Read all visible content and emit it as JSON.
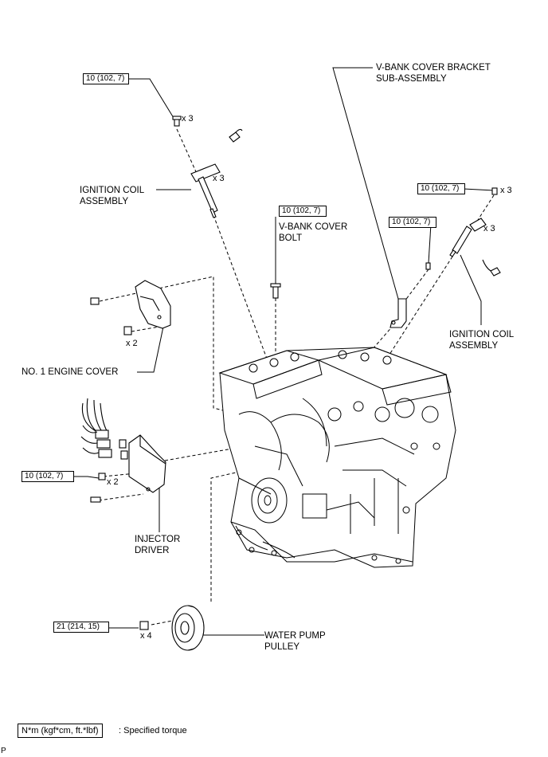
{
  "torque_specs": {
    "coil_bolt_left": "10 (102, 7)",
    "vbank_bolt": "10 (102, 7)",
    "coil_bolt_right": "10 (102, 7)",
    "bracket_bolt": "10 (102, 7)",
    "injector_driver_bolt": "10 (102, 7)",
    "water_pump_bolt": "21 (214, 15)"
  },
  "quantities": {
    "coil_bolt_left": "x 3",
    "coil_left": "x 3",
    "coil_bolt_right": "x 3",
    "coil_right": "x 3",
    "engine_cover_grommet": "x 2",
    "injector_driver_bolt": "x 2",
    "water_pump_bolt": "x 4"
  },
  "parts": {
    "ignition_coil_left": "IGNITION COIL\nASSEMBLY",
    "vbank_cover_bracket": "V-BANK COVER BRACKET\nSUB-ASSEMBLY",
    "vbank_cover_bolt": "V-BANK COVER\nBOLT",
    "ignition_coil_right": "IGNITION COIL\nASSEMBLY",
    "engine_cover": "NO. 1 ENGINE COVER",
    "injector_driver": "INJECTOR\nDRIVER",
    "water_pump_pulley": "WATER PUMP\nPULLEY"
  },
  "legend": {
    "unit": "N*m (kgf*cm, ft.*lbf)",
    "description": ": Specified torque"
  },
  "corner_mark": "P"
}
